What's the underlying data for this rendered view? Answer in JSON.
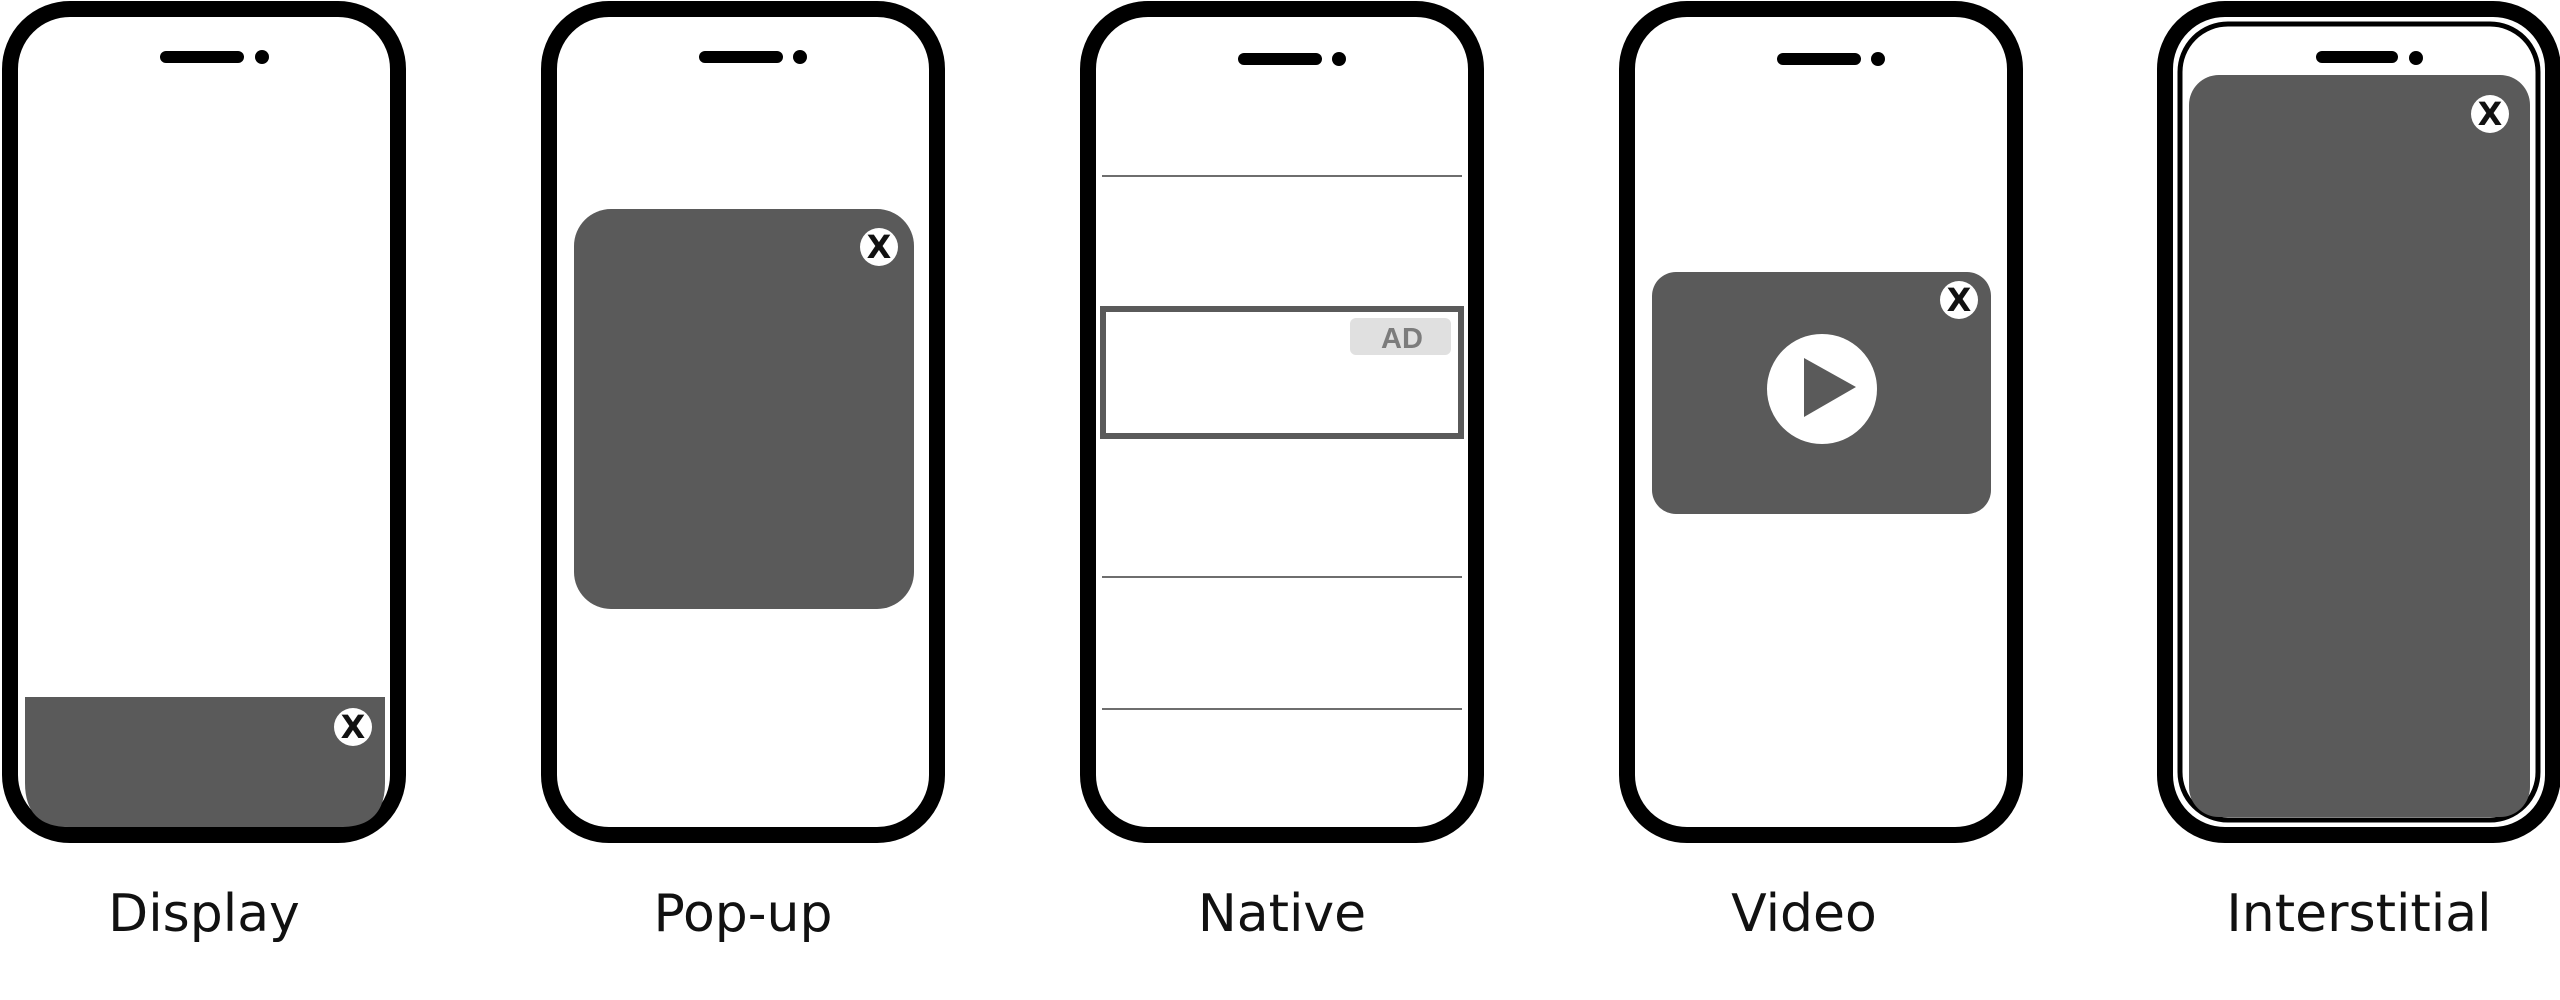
{
  "phones": [
    {
      "id": "display",
      "label": "Display",
      "close_label": "X"
    },
    {
      "id": "popup",
      "label": "Pop-up",
      "close_label": "X"
    },
    {
      "id": "native",
      "label": "Native",
      "badge_label": "AD"
    },
    {
      "id": "video",
      "label": "Video",
      "close_label": "X"
    },
    {
      "id": "interstitial",
      "label": "Interstitial",
      "close_label": "X"
    }
  ],
  "colors": {
    "frame": "#000000",
    "ad_fill": "#5a5a5a",
    "badge_bg": "#e0e0e0",
    "badge_text": "#7c7c7c"
  },
  "icons": {
    "close": "close-icon",
    "play": "play-icon"
  }
}
